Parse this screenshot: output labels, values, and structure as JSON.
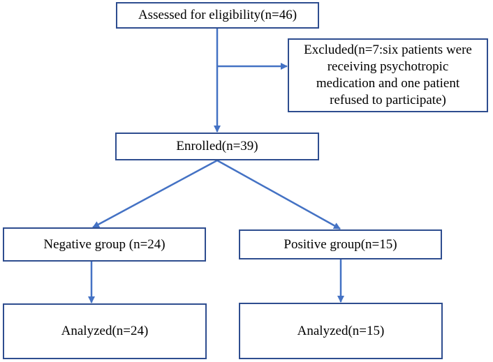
{
  "colors": {
    "box_border": "#2E4D8F",
    "arrow": "#4472C4",
    "background": "#FFFFFF",
    "text": "#000000"
  },
  "boxes": {
    "assessed": "Assessed for eligibility(n=46)",
    "excluded": [
      "Excluded(n=7:six patients were",
      "receiving psychotropic",
      "medication and one patient",
      "refused to participate)"
    ],
    "enrolled": "Enrolled(n=39)",
    "negative_group": "Negative group (n=24)",
    "positive_group": "Positive group(n=15)",
    "analyzed_negative": "Analyzed(n=24)",
    "analyzed_positive": "Analyzed(n=15)"
  }
}
